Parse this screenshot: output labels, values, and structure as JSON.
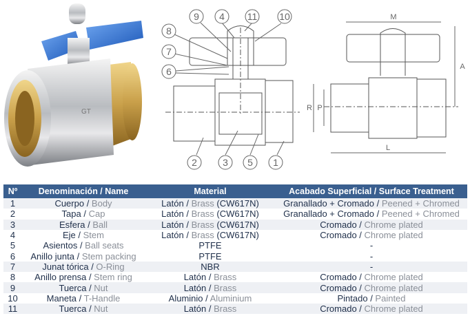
{
  "diagram": {
    "callouts": [
      "9",
      "4",
      "11",
      "10",
      "8",
      "7",
      "6",
      "2",
      "3",
      "5",
      "1"
    ],
    "dimensions": [
      "M",
      "A",
      "R",
      "P",
      "L"
    ],
    "photo_marking": "GT"
  },
  "table": {
    "headers": [
      "Nº",
      "Denominación / Name",
      "Material",
      "Acabado Superficial / Surface Treatment"
    ],
    "rows": [
      {
        "n": "1",
        "name_es": "Cuerpo",
        "name_en": "Body",
        "mat_es": "Latón",
        "mat_en": "Brass",
        "mat_code": "(CW617N)",
        "fin_es": "Granallado + Cromado",
        "fin_en": "Peened + Chromed"
      },
      {
        "n": "2",
        "name_es": "Tapa",
        "name_en": "Cap",
        "mat_es": "Latón",
        "mat_en": "Brass",
        "mat_code": "(CW617N)",
        "fin_es": "Granallado + Cromado",
        "fin_en": "Peened + Chromed"
      },
      {
        "n": "3",
        "name_es": "Esfera",
        "name_en": "Ball",
        "mat_es": "Latón",
        "mat_en": "Brass",
        "mat_code": "(CW617N)",
        "fin_es": "Cromado",
        "fin_en": "Chrome plated"
      },
      {
        "n": "4",
        "name_es": "Eje",
        "name_en": "Stem",
        "mat_es": "Latón",
        "mat_en": "Brass",
        "mat_code": "(CW617N)",
        "fin_es": "Cromado",
        "fin_en": "Chrome plated"
      },
      {
        "n": "5",
        "name_es": "Asientos",
        "name_en": "Ball seats",
        "mat_es": "PTFE",
        "mat_en": "",
        "mat_code": "",
        "fin_es": "-",
        "fin_en": ""
      },
      {
        "n": "6",
        "name_es": "Anillo junta",
        "name_en": "Stem packing",
        "mat_es": "PTFE",
        "mat_en": "",
        "mat_code": "",
        "fin_es": "-",
        "fin_en": ""
      },
      {
        "n": "7",
        "name_es": "Junat tórica",
        "name_en": "O-Ring",
        "mat_es": "NBR",
        "mat_en": "",
        "mat_code": "",
        "fin_es": "-",
        "fin_en": ""
      },
      {
        "n": "8",
        "name_es": "Anillo prensa",
        "name_en": "Stem ring",
        "mat_es": "Latón",
        "mat_en": "Brass",
        "mat_code": "",
        "fin_es": "Cromado",
        "fin_en": "Chrome plated"
      },
      {
        "n": "9",
        "name_es": "Tuerca",
        "name_en": "Nut",
        "mat_es": "Latón",
        "mat_en": "Brass",
        "mat_code": "",
        "fin_es": "Cromado",
        "fin_en": "Chrome plated"
      },
      {
        "n": "10",
        "name_es": "Maneta",
        "name_en": "T-Handle",
        "mat_es": "Aluminio",
        "mat_en": "Aluminium",
        "mat_code": "",
        "fin_es": "Pintado",
        "fin_en": "Painted"
      },
      {
        "n": "11",
        "name_es": "Tuerca",
        "name_en": "Nut",
        "mat_es": "Latón",
        "mat_en": "Brass",
        "mat_code": "",
        "fin_es": "Cromado",
        "fin_en": "Chrome plated"
      }
    ]
  },
  "colors": {
    "header": "#3a5f8f",
    "handle": "#2f6fd0",
    "brass": "#c9a04a"
  }
}
